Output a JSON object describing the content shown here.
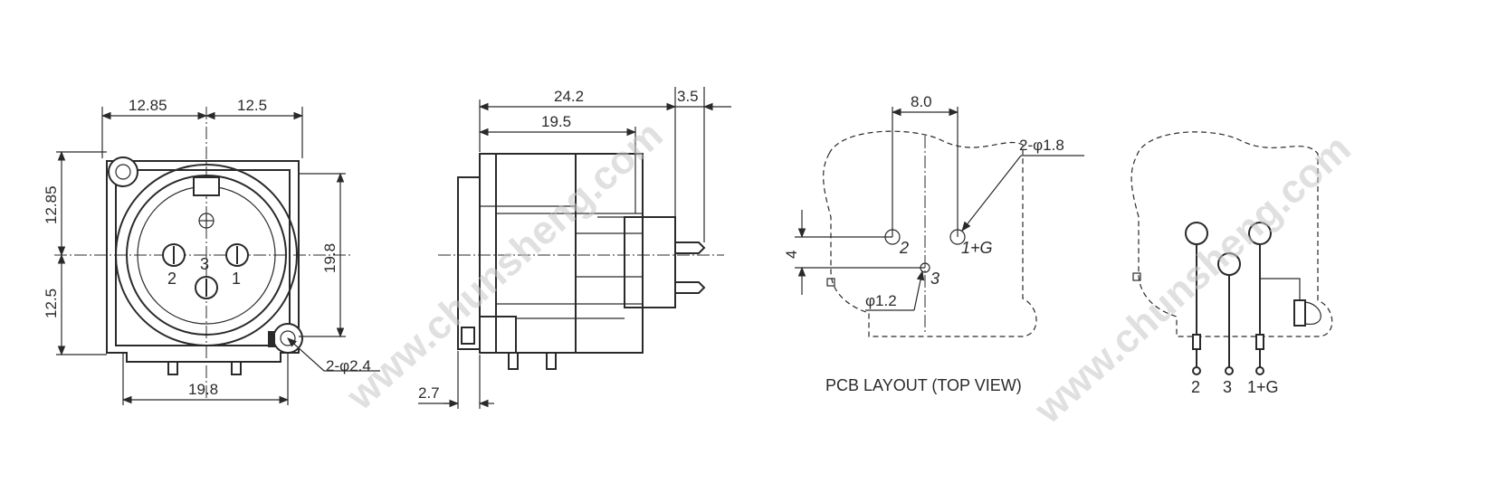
{
  "watermark": "www.chunsheng.com",
  "front_view": {
    "dim_top_left": "12.85",
    "dim_top_right": "12.5",
    "dim_left_upper": "12.85",
    "dim_left_lower": "12.5",
    "dim_right_height": "19.8",
    "dim_bottom_width": "19.8",
    "hole_callout": "2-φ2.4",
    "pin_labels": [
      "2",
      "3",
      "1"
    ]
  },
  "side_view": {
    "dim_total_length": "24.2",
    "dim_body_length": "19.5",
    "dim_pin_length": "3.5",
    "dim_flange": "2.7"
  },
  "pcb_layout": {
    "dim_pitch": "8.0",
    "dim_offset": "4",
    "large_hole_callout": "2-φ1.8",
    "small_hole_callout": "φ1.2",
    "pin_labels": [
      "2",
      "1+G",
      "3"
    ],
    "caption": "PCB LAYOUT (TOP VIEW)"
  },
  "schematic": {
    "pin_labels": [
      "2",
      "3",
      "1+G"
    ]
  }
}
